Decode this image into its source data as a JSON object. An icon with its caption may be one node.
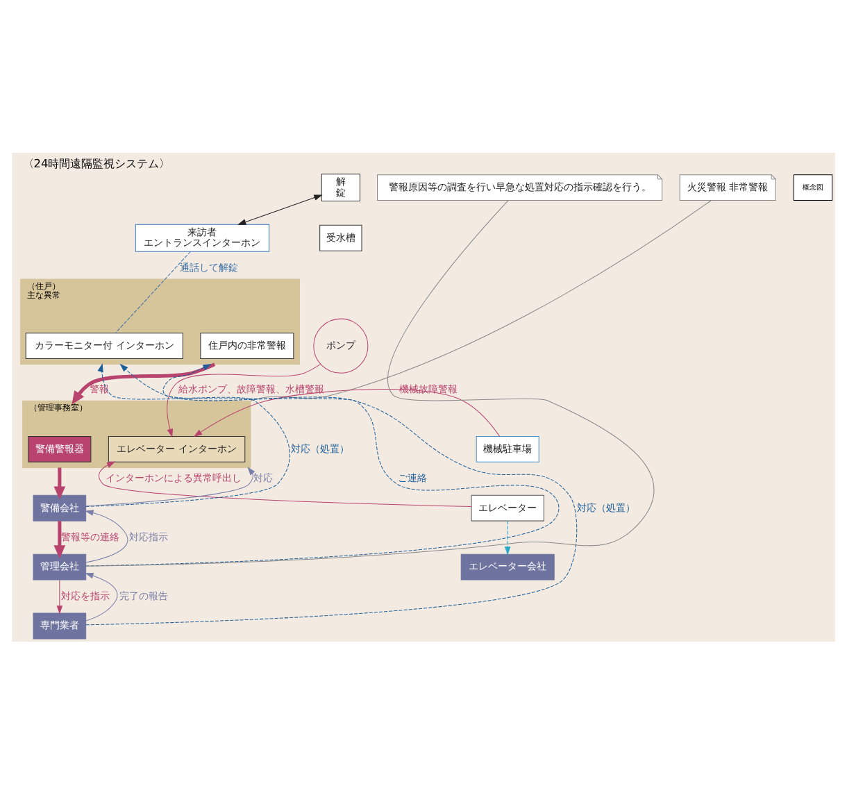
{
  "diagram": {
    "title": "〈24時間遠隔監視システム〉",
    "nodes": [
      {
        "text": [
          "解",
          "錠"
        ]
      },
      {
        "text": [
          "来訪者",
          "エントランスインターホン"
        ]
      },
      {
        "text": [
          "（住戸）",
          "主な異常"
        ]
      },
      {
        "text": [
          "住戸内の非常警報"
        ],
        "in": 2
      },
      {
        "text": [
          "カラーモニター付 インターホン"
        ],
        "in": 2
      },
      {
        "text": [
          "ポンプ"
        ]
      },
      {
        "text": [
          "受水槽"
        ]
      },
      {
        "text": [
          "（管理事務室）"
        ]
      },
      {
        "text": [
          "警備警報器"
        ],
        "in": 7
      },
      {
        "text": [
          "エレベーター インターホン"
        ],
        "in": 7
      },
      {
        "text": [
          "火災警報 非常警報"
        ]
      },
      {
        "text": [
          "機械駐車場"
        ]
      },
      {
        "text": [
          "エレベーター"
        ]
      },
      {
        "text": [
          "エレベーター会社"
        ]
      },
      {
        "text": [
          "警備会社"
        ]
      },
      {
        "text": [
          "管理会社"
        ]
      },
      {
        "text": [
          "専門業者"
        ]
      },
      {
        "text": [
          "警報原因等の調査を行い早急な処置対応の指示確認を行う。"
        ]
      }
    ],
    "edges": [
      {
        "from": 0,
        "to": 1,
        "arrow": "both",
        "color": "#222222"
      },
      {
        "from": 1,
        "to": 4,
        "arrow": "none",
        "label": "通話して解錠",
        "style": "dashed",
        "color": "#3a6ea5"
      },
      {
        "from": 2,
        "to": 7,
        "arrow": "to",
        "label": "警報",
        "style": "thick"
      },
      {
        "from": 5,
        "to": 9,
        "arrow": "to",
        "label": "給水ポンプ、故障警報、水槽警報"
      },
      {
        "from": 11,
        "to": 9,
        "arrow": "to",
        "label": "機械故障警報"
      },
      {
        "from": 12,
        "to": 9,
        "arrow": "to",
        "label": "インターホンによる異常呼出し"
      },
      {
        "from": 12,
        "to": 13,
        "arrow": "to",
        "style": "dashed",
        "color": "#2aa6c8"
      },
      {
        "from": 10,
        "to": 7,
        "arrow": "none",
        "color": "#888888"
      },
      {
        "from": 7,
        "to": 14,
        "arrow": "to",
        "style": "thick"
      },
      {
        "from": 14,
        "to": 7,
        "arrow": "to",
        "label": "対応",
        "color": "#7a7fa8"
      },
      {
        "from": 14,
        "to": 15,
        "arrow": "to",
        "label": "警報等の連絡",
        "style": "thick"
      },
      {
        "from": 15,
        "to": 14,
        "arrow": "to",
        "label": "対応指示",
        "color": "#7a7fa8"
      },
      {
        "from": 15,
        "to": 16,
        "arrow": "to",
        "label": "対応を指示"
      },
      {
        "from": 16,
        "to": 15,
        "arrow": "to",
        "label": "完了の報告",
        "color": "#7a7fa8"
      },
      {
        "from": 17,
        "to": 15,
        "arrow": "none",
        "color": "#888888"
      },
      {
        "from": 14,
        "to": 2,
        "arrow": "to",
        "label": "対応（処置）",
        "style": "dashed",
        "color": "#1f5f9a"
      },
      {
        "from": 15,
        "to": 2,
        "arrow": "to",
        "label": "ご連絡",
        "style": "dashed",
        "color": "#1f5f9a"
      },
      {
        "from": 16,
        "to": 2,
        "arrow": "to",
        "label": "対応（処置）",
        "style": "dashed",
        "color": "#1f5f9a"
      }
    ],
    "labels": [
      "概念図"
    ]
  }
}
